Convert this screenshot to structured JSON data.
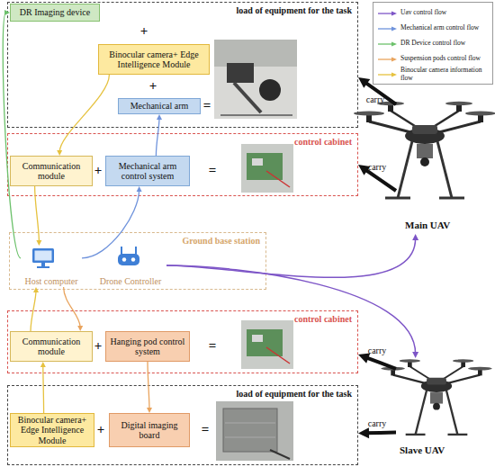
{
  "diagram": {
    "nodes": [
      {
        "text": [
          "load of equipment for the task"
        ]
      },
      {
        "text": [
          "DR Imaging device"
        ],
        "in": 0
      },
      {
        "text": [
          "Binocular camera+ Edge Intelligence Module"
        ],
        "in": 0
      },
      {
        "text": [
          "Mechanical arm"
        ],
        "in": 0
      },
      {
        "text": [
          "Main UAV"
        ]
      },
      {
        "text": [
          "control cabinet"
        ]
      },
      {
        "text": [
          "Communication module"
        ],
        "in": 5
      },
      {
        "text": [
          "Mechanical arm control system"
        ],
        "in": 5
      },
      {
        "text": [
          "Ground base station"
        ]
      },
      {
        "text": [
          "Host computer"
        ],
        "in": 8
      },
      {
        "text": [
          "Drone Controller"
        ],
        "in": 8
      },
      {
        "text": [
          "control cabinet"
        ]
      },
      {
        "text": [
          "Communication module"
        ],
        "in": 11
      },
      {
        "text": [
          "Hanging pod control system"
        ],
        "in": 11
      },
      {
        "text": [
          "load of equipment for the task"
        ]
      },
      {
        "text": [
          "Binocular camera+ Edge Intelligence Module"
        ],
        "in": 14
      },
      {
        "text": [
          "Digital imaging board"
        ],
        "in": 14
      },
      {
        "text": [
          "Slave UAV"
        ]
      }
    ],
    "edges": [
      {
        "from": 9,
        "to": 1,
        "arrow": "to"
      },
      {
        "from": 2,
        "to": 6,
        "arrow": "to"
      },
      {
        "from": 6,
        "to": 9,
        "arrow": "to"
      },
      {
        "from": 9,
        "to": 7,
        "arrow": "to"
      },
      {
        "from": 7,
        "to": 3,
        "arrow": "to"
      },
      {
        "from": 9,
        "to": 12,
        "arrow": "to"
      },
      {
        "from": 13,
        "to": 16,
        "arrow": "to"
      },
      {
        "from": 15,
        "to": 12,
        "arrow": "to"
      },
      {
        "from": 12,
        "to": 9,
        "arrow": "to"
      },
      {
        "from": 10,
        "to": 4,
        "arrow": "to"
      },
      {
        "from": 10,
        "to": 17,
        "arrow": "to"
      },
      {
        "from": 4,
        "to": 0,
        "label": "carry",
        "arrow": "to"
      },
      {
        "from": 4,
        "to": 5,
        "label": "carry",
        "arrow": "to"
      },
      {
        "from": 17,
        "to": 11,
        "label": "carry",
        "arrow": "to"
      },
      {
        "from": 17,
        "to": 14,
        "label": "carry",
        "arrow": "to"
      }
    ],
    "labels": [
      "+",
      "+",
      "=",
      "+",
      "=",
      "+",
      "=",
      "+",
      "="
    ],
    "legend": [
      {
        "text": "Uav control flow"
      },
      {
        "text": "Mechanical arm control flow"
      },
      {
        "text": "DR Device control flow"
      },
      {
        "text": "Suspension pods control flow"
      },
      {
        "text": "Binocular camera information flow"
      }
    ]
  }
}
